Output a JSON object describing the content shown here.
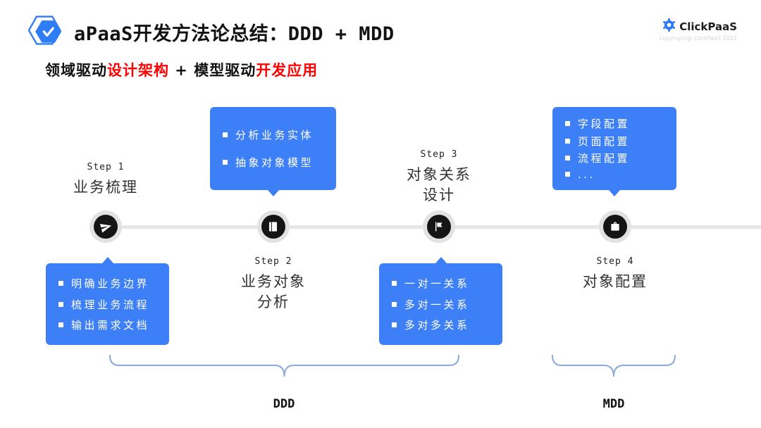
{
  "header": {
    "title": "aPaaS开发方法论总结：DDD + MDD",
    "logo_text": "ClickPaaS",
    "copyright": "Copyright@ ClickPaaS 2022"
  },
  "subtitle": {
    "black1": "领域驱动",
    "red1": "设计架构",
    "black2": " + 模型驱动",
    "red2": "开发应用"
  },
  "steps": [
    {
      "label": "Step 1",
      "title": "业务梳理",
      "icon": "paper-plane-icon",
      "items": [
        "明确业务边界",
        "梳理业务流程",
        "输出需求文档"
      ]
    },
    {
      "label": "Step 2",
      "title": "业务对象\n分析",
      "icon": "book-icon",
      "items": [
        "分析业务实体",
        "抽象对象模型"
      ]
    },
    {
      "label": "Step 3",
      "title": "对象关系\n设计",
      "icon": "flag-icon",
      "items": [
        "一对一关系",
        "多对一关系",
        "多对多关系"
      ]
    },
    {
      "label": "Step 4",
      "title": "对象配置",
      "icon": "briefcase-icon",
      "items": [
        "字段配置",
        "页面配置",
        "流程配置",
        "..."
      ]
    }
  ],
  "groups": [
    {
      "label": "DDD"
    },
    {
      "label": "MDD"
    }
  ],
  "colors": {
    "box_blue": "#3d7ff7",
    "accent_red": "#fe0000",
    "timeline_gray": "#e7e7e7",
    "node_dark": "#151515",
    "brace_blue": "#8aa9df"
  }
}
